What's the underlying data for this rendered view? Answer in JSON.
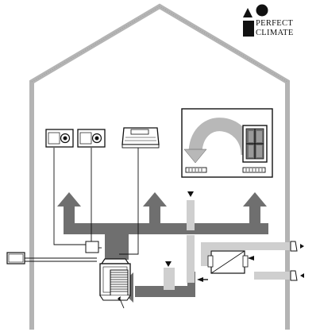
{
  "brand": {
    "line1": "PERFECT",
    "line2": "CLIMATE"
  },
  "colors": {
    "house_outline": "#b4b4b4",
    "main_duct": "#6f6f6f",
    "light_duct": "#cfcfcf",
    "unit_fill": "#ffffff",
    "line": "#111111"
  },
  "icons": [
    "brand-logo-shapes",
    "camera-unit-icon",
    "camera-unit-icon",
    "heat-pump-icon",
    "thermostat-icon",
    "window-icon",
    "floor-grille-icon",
    "ventilation-unit-icon",
    "air-handler-icon"
  ]
}
